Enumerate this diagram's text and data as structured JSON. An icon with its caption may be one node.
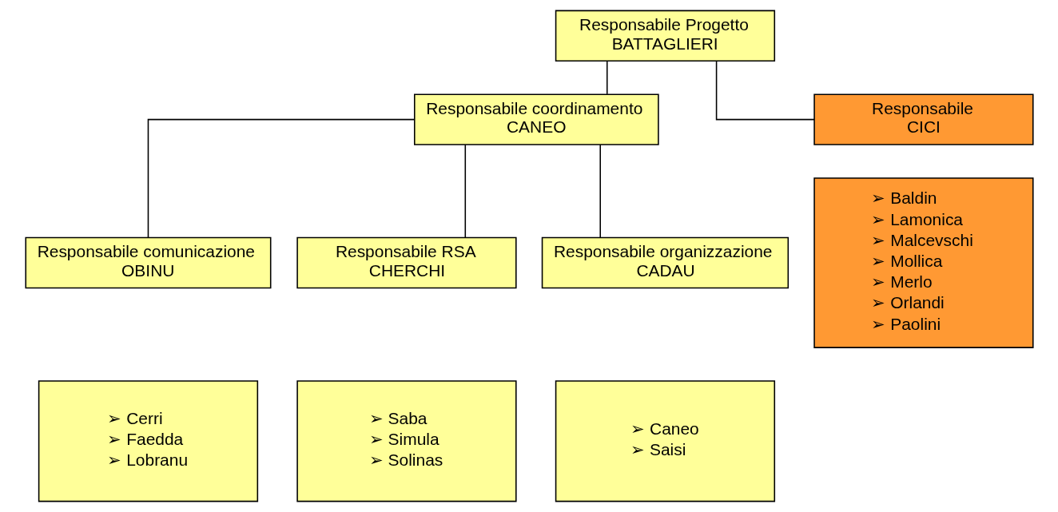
{
  "diagram": {
    "nodes": [
      {
        "text": [
          "Responsabile Progetto",
          "BATTAGLIERI"
        ]
      },
      {
        "text": [
          "Responsabile coordinamento",
          "CANEO"
        ]
      },
      {
        "text": [
          "Responsabile",
          "CICI"
        ]
      },
      {
        "text": [
          "➢ Baldin",
          "➢ Lamonica",
          "➢ Malcevschi",
          "➢ Mollica",
          "➢ Merlo",
          "➢ Orlandi",
          "➢ Paolini"
        ]
      },
      {
        "text": [
          "Responsabile comunicazione",
          "OBINU"
        ]
      },
      {
        "text": [
          "➢ Cerri",
          "➢ Faedda",
          "➢ Lobranu"
        ]
      },
      {
        "text": [
          "Responsabile RSA",
          "CHERCHI"
        ]
      },
      {
        "text": [
          "➢ Saba",
          "➢ Simula",
          "➢ Solinas"
        ]
      },
      {
        "text": [
          "Responsabile organizzazione",
          "CADAU"
        ]
      },
      {
        "text": [
          "➢ Caneo",
          "➢ Saisi"
        ]
      }
    ],
    "edges": [
      {
        "from": 0,
        "to": 1,
        "arrow": "none"
      },
      {
        "from": 0,
        "to": 2,
        "arrow": "none"
      },
      {
        "from": 1,
        "to": 4,
        "arrow": "none"
      },
      {
        "from": 1,
        "to": 6,
        "arrow": "none"
      },
      {
        "from": 1,
        "to": 8,
        "arrow": "none"
      }
    ]
  }
}
